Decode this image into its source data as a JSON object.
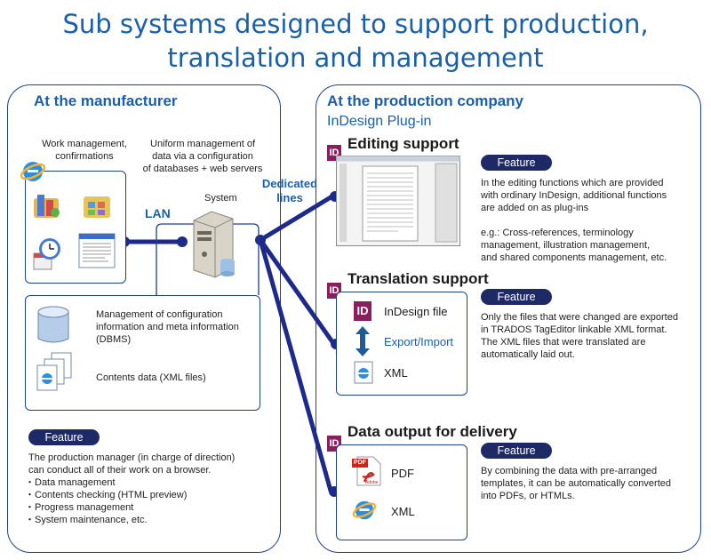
{
  "title": {
    "line1": "Sub systems designed to support production,",
    "line2": "translation and management"
  },
  "manufacturer": {
    "heading": "At the manufacturer",
    "work_label": "Work management,\nconfirmations",
    "uniform_label": "Uniform management of\ndata via a configuration\nof databases + web servers",
    "lan_label": "LAN",
    "system_label": "System",
    "dbms_label": "Management of configuration\ninformation and meta information\n(DBMS)",
    "contents_label": "Contents data (XML files)",
    "feature_badge": "Feature",
    "feature_text": "The production manager (in charge of direction)\ncan conduct all of their work on a browser.",
    "feature_items": [
      "・Data management",
      "・Contents checking (HTML preview)",
      "・Progress management",
      "・System maintenance, etc."
    ]
  },
  "link": {
    "dedicated_label": "Dedicated\nlines"
  },
  "production": {
    "heading": "At the production company",
    "subheading": "InDesign Plug-in",
    "id_badge": "ID",
    "editing": {
      "title": "Editing support",
      "feature_badge": "Feature",
      "text": "In the editing functions which are provided\nwith ordinary InDesign, additional functions\nare added on as plug-ins\n\ne.g.: Cross-references, terminology\nmanagement, illustration management,\nand shared components management, etc."
    },
    "translation": {
      "title": "Translation support",
      "feature_badge": "Feature",
      "indesign_file": "InDesign file",
      "export_import": "Export/Import",
      "xml": "XML",
      "text": "Only the files that were changed are exported\nin TRADOS TagEditor linkable XML format.\nThe XML files that were translated are\nautomatically laid out."
    },
    "output": {
      "title": "Data output for delivery",
      "feature_badge": "Feature",
      "pdf": "PDF",
      "pdf_icon_text": "PDF",
      "adobe_text": "Adobe",
      "xml": "XML",
      "text": "By combining the data with pre-arranged\ntemplates, it can be automatically converted\ninto PDFs, or HTMLs."
    }
  },
  "colors": {
    "line": "#1e2a8a",
    "accent": "#1a5fa8",
    "badge": "#1e2a66",
    "id_badge": "#8b1e5c"
  }
}
